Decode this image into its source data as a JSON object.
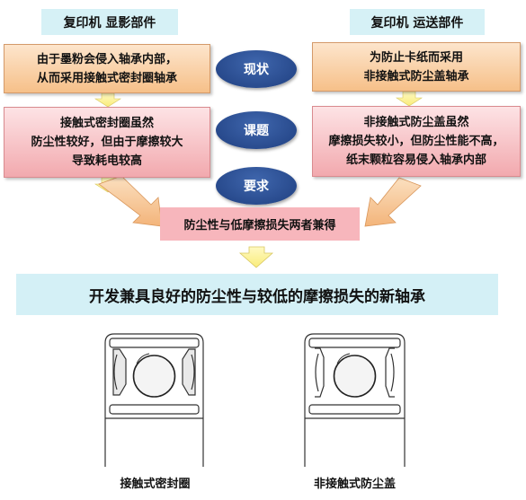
{
  "left": {
    "tag": "复印机 显影部件",
    "status_lines": [
      "由于墨粉会侵入轴承内部，",
      "从而采用接触式密封圈轴承"
    ],
    "issue_lines": [
      "接触式密封圈虽然",
      "防尘性较好，但由于摩擦较大",
      "导致耗电较高"
    ]
  },
  "right": {
    "tag": "复印机 运送部件",
    "status_lines": [
      "为防止卡纸而采用",
      "非接触式防尘盖轴承"
    ],
    "issue_lines": [
      "非接触式防尘盖虽然",
      "摩擦损失较小，但防尘性能不高，",
      "纸末颗粒容易侵入轴承内部"
    ]
  },
  "ovals": {
    "status": "现状",
    "issue": "课题",
    "requirement": "要求"
  },
  "result": "防尘性与低摩擦损失两者兼得",
  "conclusion": "开发兼具良好的防尘性与较低的摩擦损失的新轴承",
  "captions": {
    "left_bearing": "接触式密封圈",
    "right_bearing": "非接触式防尘盖"
  }
}
